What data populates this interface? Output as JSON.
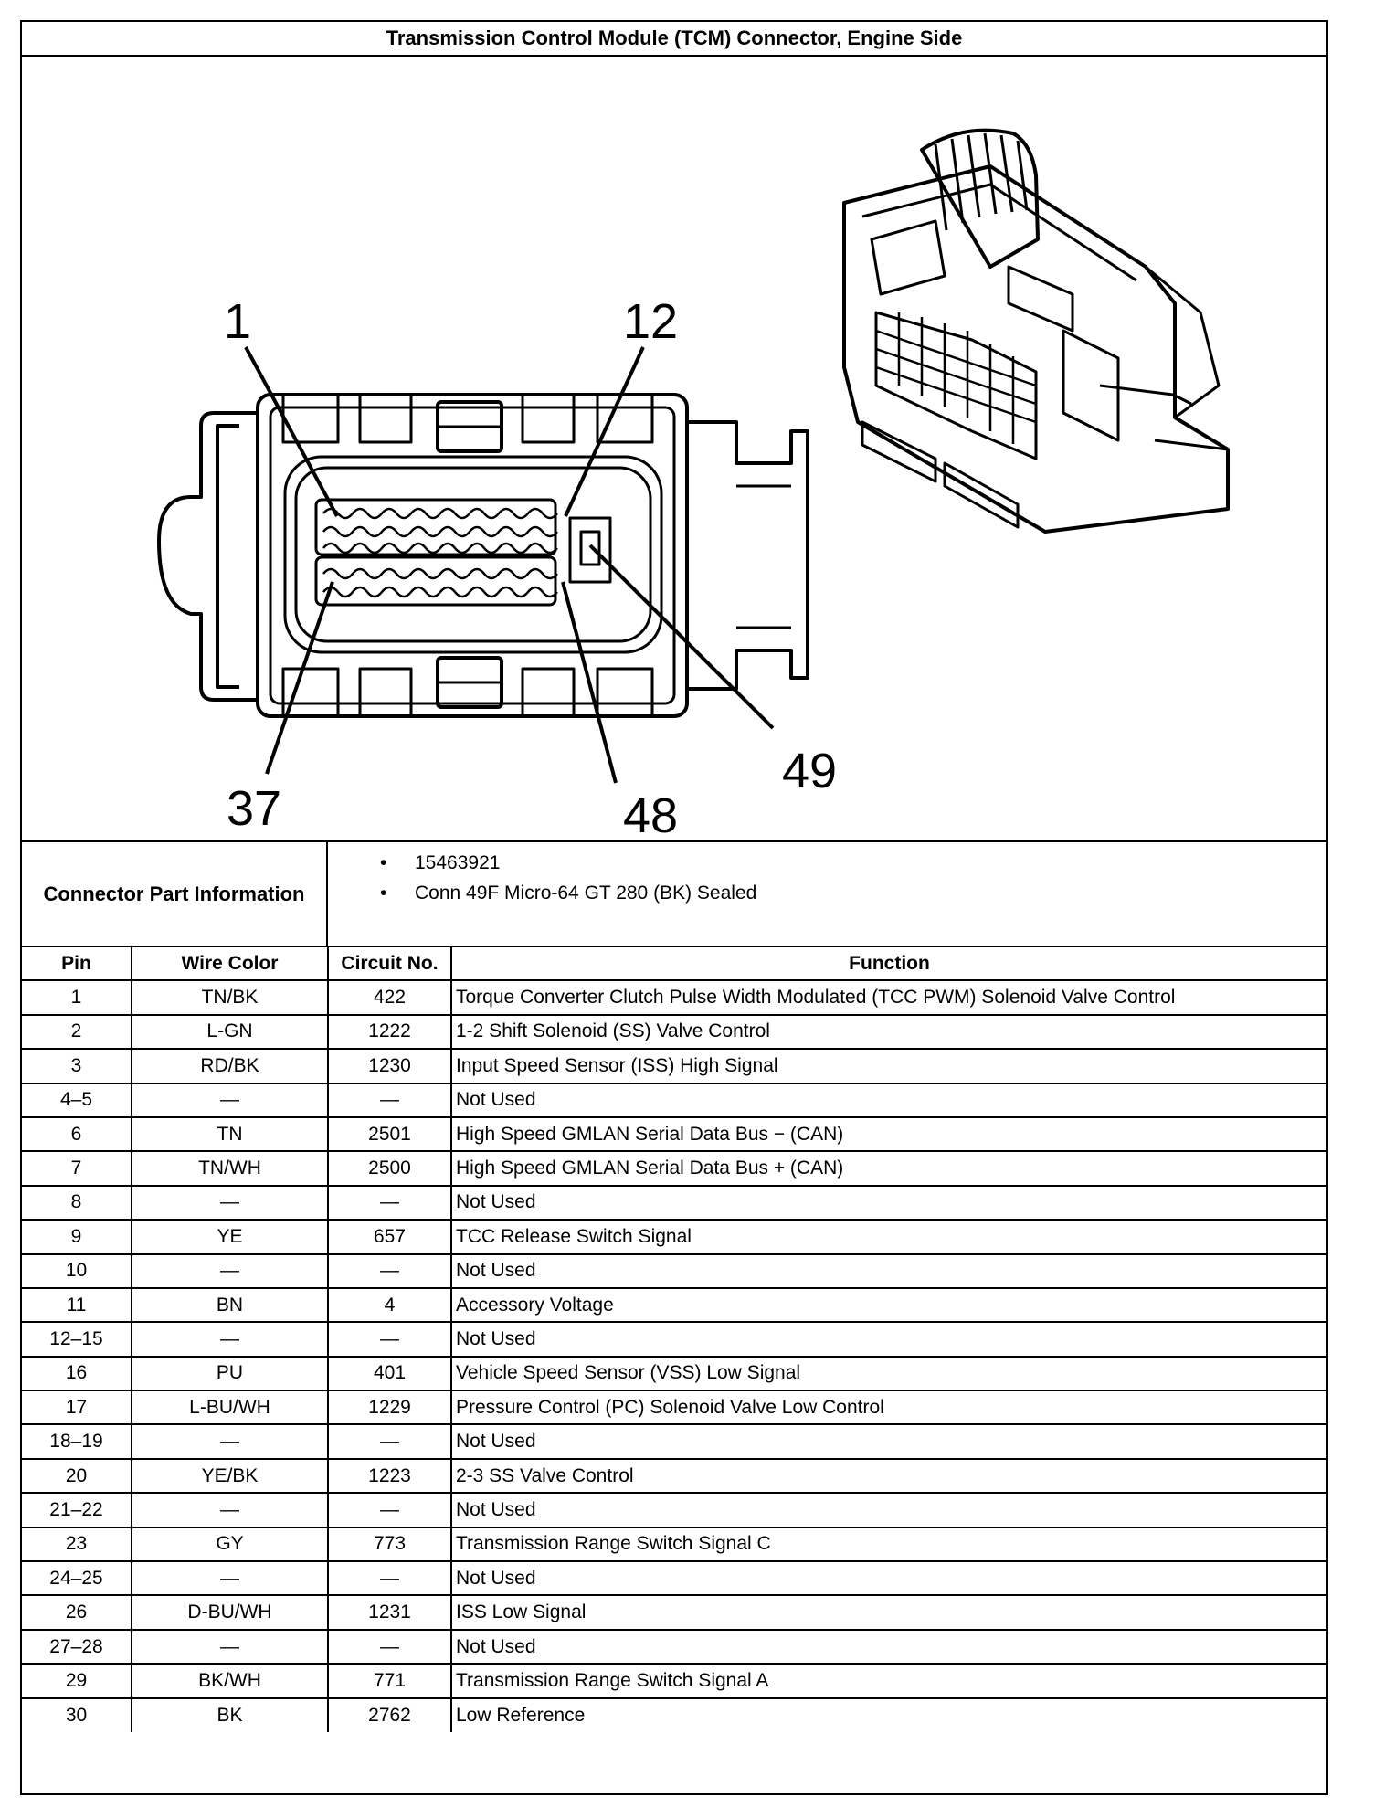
{
  "title": "Transmission Control Module (TCM) Connector, Engine Side",
  "callouts": {
    "pin_1": "1",
    "pin_12": "12",
    "pin_37": "37",
    "pin_48": "48",
    "pin_49": "49"
  },
  "connector_info": {
    "label": "Connector Part Information",
    "bullet": "•",
    "items": [
      "15463921",
      "Conn 49F Micro-64 GT 280 (BK) Sealed"
    ]
  },
  "table": {
    "headers": {
      "pin": "Pin",
      "wire_color": "Wire Color",
      "circuit": "Circuit No.",
      "function": "Function"
    },
    "rows": [
      {
        "pin": "1",
        "wire": "TN/BK",
        "circuit": "422",
        "function": "Torque Converter Clutch Pulse Width Modulated (TCC PWM) Solenoid Valve Control"
      },
      {
        "pin": "2",
        "wire": "L-GN",
        "circuit": "1222",
        "function": "1-2 Shift Solenoid (SS) Valve Control"
      },
      {
        "pin": "3",
        "wire": "RD/BK",
        "circuit": "1230",
        "function": "Input Speed Sensor (ISS) High Signal"
      },
      {
        "pin": "4–5",
        "wire": "—",
        "circuit": "—",
        "function": "Not Used"
      },
      {
        "pin": "6",
        "wire": "TN",
        "circuit": "2501",
        "function": "High Speed GMLAN Serial Data Bus − (CAN)"
      },
      {
        "pin": "7",
        "wire": "TN/WH",
        "circuit": "2500",
        "function": "High Speed GMLAN Serial Data Bus + (CAN)"
      },
      {
        "pin": "8",
        "wire": "—",
        "circuit": "—",
        "function": "Not Used"
      },
      {
        "pin": "9",
        "wire": "YE",
        "circuit": "657",
        "function": "TCC Release Switch Signal"
      },
      {
        "pin": "10",
        "wire": "—",
        "circuit": "—",
        "function": "Not Used"
      },
      {
        "pin": "11",
        "wire": "BN",
        "circuit": "4",
        "function": "Accessory Voltage"
      },
      {
        "pin": "12–15",
        "wire": "—",
        "circuit": "—",
        "function": "Not Used"
      },
      {
        "pin": "16",
        "wire": "PU",
        "circuit": "401",
        "function": "Vehicle Speed Sensor (VSS) Low Signal"
      },
      {
        "pin": "17",
        "wire": "L-BU/WH",
        "circuit": "1229",
        "function": "Pressure Control (PC) Solenoid Valve Low Control"
      },
      {
        "pin": "18–19",
        "wire": "—",
        "circuit": "—",
        "function": "Not Used"
      },
      {
        "pin": "20",
        "wire": "YE/BK",
        "circuit": "1223",
        "function": "2-3 SS Valve Control"
      },
      {
        "pin": "21–22",
        "wire": "—",
        "circuit": "—",
        "function": "Not Used"
      },
      {
        "pin": "23",
        "wire": "GY",
        "circuit": "773",
        "function": "Transmission Range Switch Signal C"
      },
      {
        "pin": "24–25",
        "wire": "—",
        "circuit": "—",
        "function": "Not Used"
      },
      {
        "pin": "26",
        "wire": "D-BU/WH",
        "circuit": "1231",
        "function": "ISS Low Signal"
      },
      {
        "pin": "27–28",
        "wire": "—",
        "circuit": "—",
        "function": "Not Used"
      },
      {
        "pin": "29",
        "wire": "BK/WH",
        "circuit": "771",
        "function": "Transmission Range Switch Signal A"
      },
      {
        "pin": "30",
        "wire": "BK",
        "circuit": "2762",
        "function": "Low Reference"
      }
    ]
  }
}
